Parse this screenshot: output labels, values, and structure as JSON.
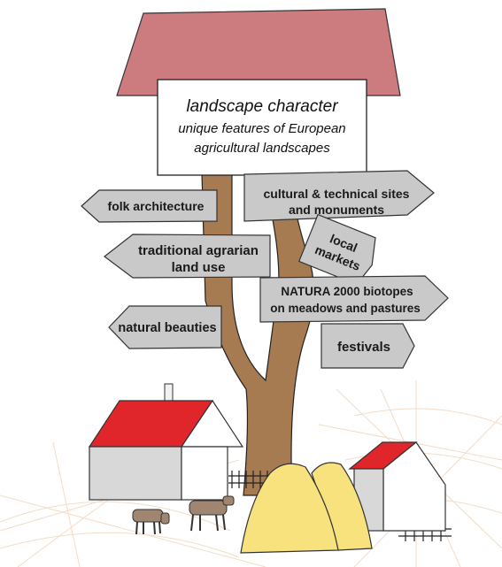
{
  "title_board": {
    "line1": "landscape character",
    "line2": "unique features of European",
    "line3": "agricultural landscapes"
  },
  "signs": {
    "folk_architecture": "folk architecture",
    "cultural_sites_line1": "cultural & technical sites",
    "cultural_sites_line2": "and monuments",
    "local_markets_line1": "local",
    "local_markets_line2": "markets",
    "agrarian_line1": "traditional agrarian",
    "agrarian_line2": "land use",
    "natura_line1": "NATURA 2000 biotopes",
    "natura_line2": "on meadows and pastures",
    "natural_beauties": "natural beauties",
    "festivals": "festivals"
  },
  "colors": {
    "roof": "#cc7b7e",
    "house_roof": "#e0262b",
    "trunk": "#a77b52",
    "sign": "#c9c9c9",
    "hay": "#f7e27e",
    "cow": "#a08670",
    "web_lines": "#f3dcc7"
  }
}
